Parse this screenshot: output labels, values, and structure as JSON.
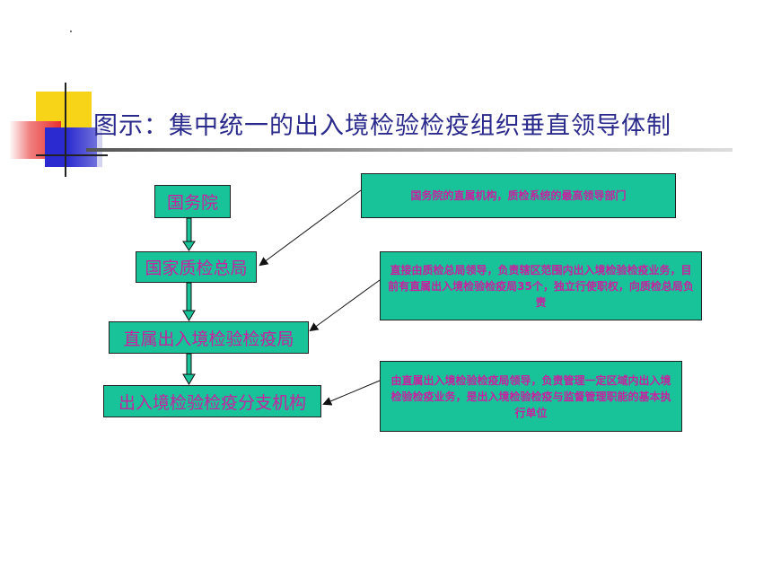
{
  "title": "图示：集中统一的出入境检验检疫组织垂直领导体制",
  "nodes": [
    {
      "id": "n1",
      "label": "国务院"
    },
    {
      "id": "n2",
      "label": "国家质检总局"
    },
    {
      "id": "n3",
      "label": "直属出入境检验检疫局"
    },
    {
      "id": "n4",
      "label": "出入境检验检疫分支机构"
    }
  ],
  "notes": [
    {
      "id": "a1",
      "text": "国务院的直属机构，质检系统的最高领导部门"
    },
    {
      "id": "a2",
      "text": "直接由质检总局领导，负责辖区范围内出入境检验检疫业务，目前有直属出入境检验检疫局35个，独立行使职权，向质检总局负责"
    },
    {
      "id": "a3",
      "text": "由直属出入境检验检疫局领导，负责管理一定区域内出入境检验检疫业务，是出入境检验检疫与监督管理职能的基本执行单位"
    }
  ],
  "colors": {
    "box_fill": "#19c39a",
    "text": "#c6219f",
    "title": "#2a2a8c"
  }
}
